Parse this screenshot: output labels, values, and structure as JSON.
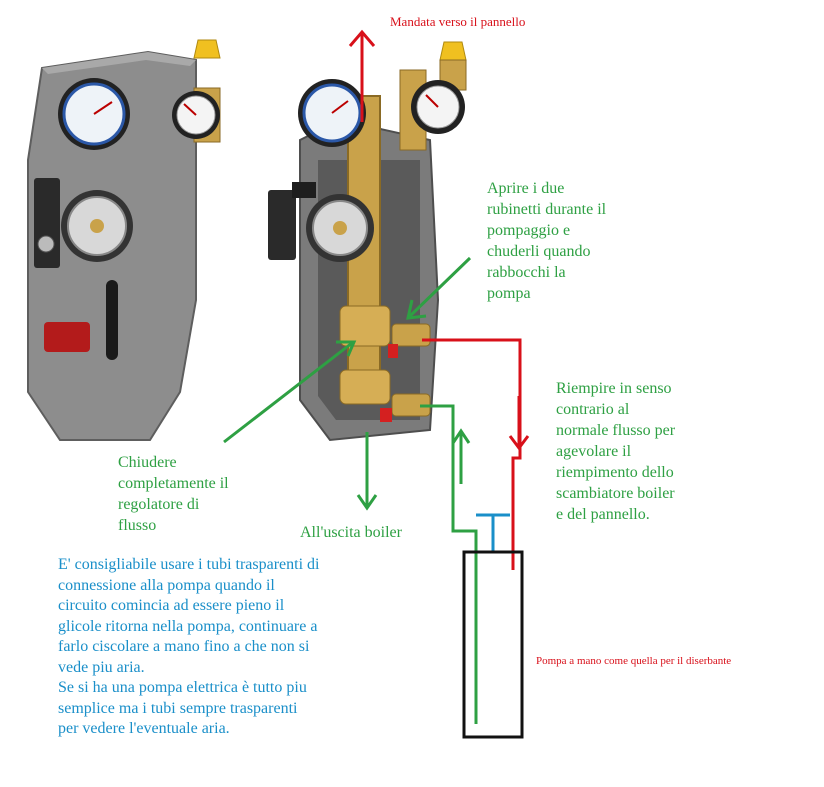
{
  "labels": {
    "mandata": "Mandata verso il pannello",
    "aprire": "Aprire i due\nrubinetti durante il\npompaggio e\nchuderli quando\nrabbocchi la\npompa",
    "riempire": "Riempire in senso\ncontrario al\nnormale flusso per\nagevolare il\nriempimento dello\nscambiatore boiler\ne del pannello.",
    "chiudere": "Chiudere\ncompletamente il\nregolatore di\nflusso",
    "uscita": "All'uscita boiler",
    "nota": "E' consigliabile usare i tubi trasparenti di\nconnessione alla pompa quando il\ncircuito comincia ad essere pieno il\nglicole ritorna nella pompa, continuare a\nfarlo ciscolare a mano fino a che non si\nvede piu aria.\nSe si ha una pompa elettrica è tutto piu\nsemplice ma i tubi sempre trasparenti\nper vedere l'eventuale aria.",
    "pompa": "Pompa a mano come quella per il diserbante"
  },
  "colors": {
    "green": "#2ea043",
    "red": "#d8101a",
    "blue": "#1a8fc9",
    "black": "#111111",
    "insulation": "#8f8f8f",
    "brass": "#c9a24a",
    "valve_red": "#d42020",
    "cap_yellow": "#f0c020"
  }
}
